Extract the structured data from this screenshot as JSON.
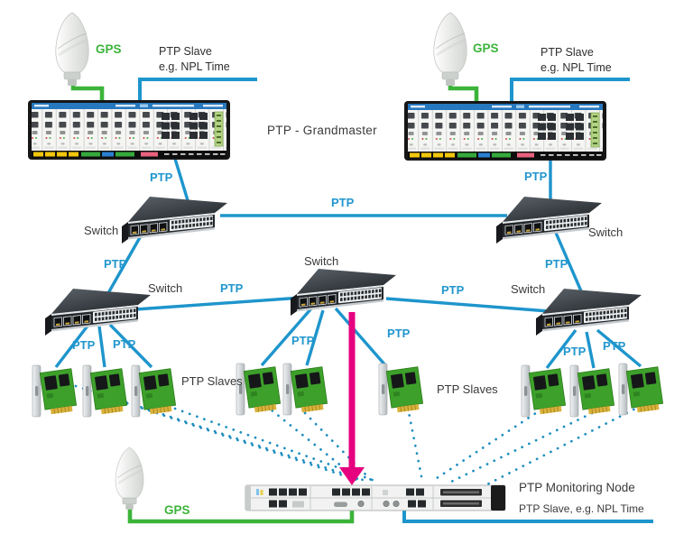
{
  "diagram": {
    "labels": {
      "gps": "GPS",
      "switch": "Switch",
      "ptp": "PTP",
      "ptp_slaves": "PTP Slaves",
      "grandmaster": "PTP - Grandmaster",
      "slave_line1": "PTP Slave",
      "slave_line2": "e.g. NPL Time",
      "monitoring_node": "PTP Monitoring Node",
      "monitoring_slave": "PTP Slave, e.g. NPL Time"
    },
    "colors": {
      "ptp_line": "#1e95cc",
      "gps_line": "#3cb43a",
      "monitor_arrow": "#e6017e",
      "dotted_link": "#1d8dbf",
      "text": "#3a3a3a"
    }
  }
}
